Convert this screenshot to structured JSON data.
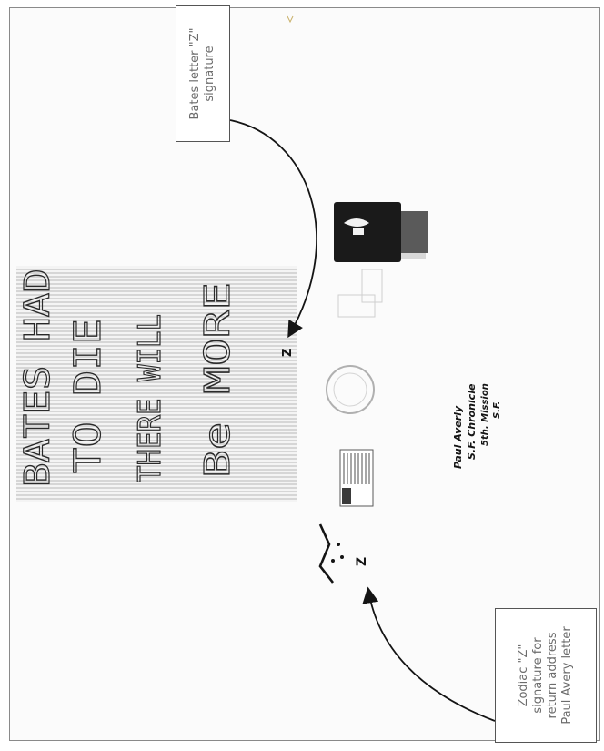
{
  "callouts": {
    "bates": {
      "lines": [
        "Bates letter \"Z\"",
        "signature"
      ]
    },
    "zodiac": {
      "lines": [
        "Zodiac  \"Z\"",
        "signature for",
        "return address",
        "Paul Avery letter"
      ]
    }
  },
  "letter": {
    "lines": [
      "BATES HAD",
      "TO DIE",
      "THERE WILL",
      "Be MORE"
    ],
    "signature": "Z"
  },
  "envelope": {
    "address_lines": [
      "Paul Averly",
      "S.F. Chronicle",
      "5th. Mission",
      "S.F."
    ],
    "return_symbol": "Z"
  },
  "colors": {
    "ink": "#141414",
    "ruling": "#b8b8b8",
    "callout_text": "#6c6c6c"
  }
}
